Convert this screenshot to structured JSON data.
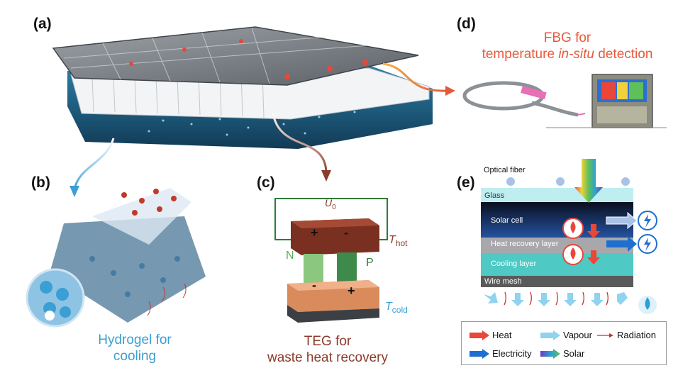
{
  "panels": {
    "a": "(a)",
    "b": "(b)",
    "c": "(c)",
    "d": "(d)",
    "e": "(e)"
  },
  "captions": {
    "b_line1": "Hydrogel for",
    "b_line2": "cooling",
    "c_line1": "TEG for",
    "c_line2": "waste heat recovery",
    "d_line1": "FBG for",
    "d_line2_pre": "temperature ",
    "d_line2_em": "in-situ",
    "d_line2_post": " detection"
  },
  "teg": {
    "u0_main": "U",
    "u0_sub": "0",
    "thot_main": "T",
    "thot_sub": "hot",
    "tcold_main": "T",
    "tcold_sub": "cold",
    "n_label": "N",
    "p_label": "P",
    "plus": "+",
    "minus": "-"
  },
  "layers": {
    "optical_fiber": "Optical fiber",
    "glass": "Glass",
    "solar_cell": "Solar cell",
    "heat_recovery": "Heat recovery layer",
    "cooling": "Cooling layer",
    "wire_mesh": "Wire mesh"
  },
  "legend": {
    "heat": "Heat",
    "vapour": "Vapour",
    "radiation": "Radiation",
    "electricity": "Electricity",
    "solar": "Solar"
  },
  "colors": {
    "heat": "#e8473a",
    "vapour": "#8fd3f0",
    "electricity": "#1f6fd1",
    "radiation": "#c4302b",
    "hydrogel": "#3a9fd4",
    "teg": "#8a3b2a",
    "fbg": "#e8593a"
  }
}
